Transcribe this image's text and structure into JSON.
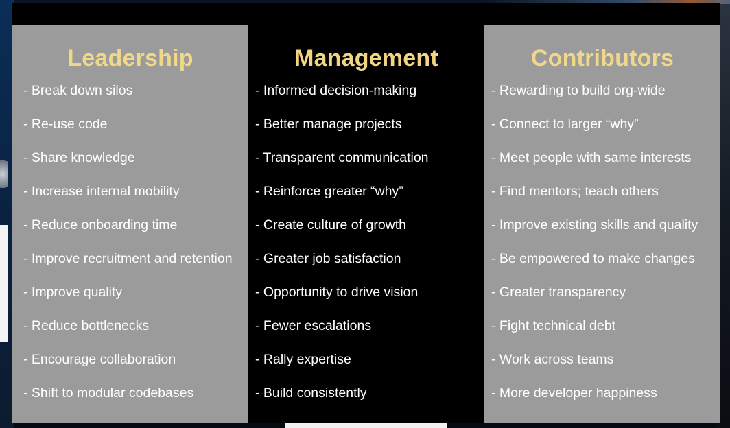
{
  "columns": [
    {
      "title": "Leadership",
      "items": [
        "- Break down silos",
        "- Re-use code",
        "- Share knowledge",
        "- Increase internal mobility",
        "- Reduce onboarding time",
        "- Improve recruitment and retention",
        "- Improve quality",
        "- Reduce bottlenecks",
        "- Encourage collaboration",
        "- Shift to modular codebases"
      ]
    },
    {
      "title": "Management",
      "items": [
        "- Informed decision-making",
        "- Better manage projects",
        "- Transparent communication",
        "- Reinforce greater “why”",
        "- Create culture of growth",
        "- Greater job satisfaction",
        "- Opportunity to drive vision",
        "- Fewer escalations",
        "- Rally expertise",
        "- Build consistently"
      ]
    },
    {
      "title": "Contributors",
      "items": [
        "- Rewarding to build org-wide",
        "- Connect to larger “why”",
        "- Meet people with same interests",
        "- Find mentors; teach others",
        "- Improve existing skills and quality",
        "- Be empowered to make changes",
        "- Greater transparency",
        "- Fight technical debt",
        "- Work across teams",
        "- More developer happiness"
      ]
    }
  ],
  "colors": {
    "title": "#f1d889",
    "gray_panel": "#9b9b9b",
    "dark_panel": "#000000",
    "item_text": "#ffffff"
  }
}
